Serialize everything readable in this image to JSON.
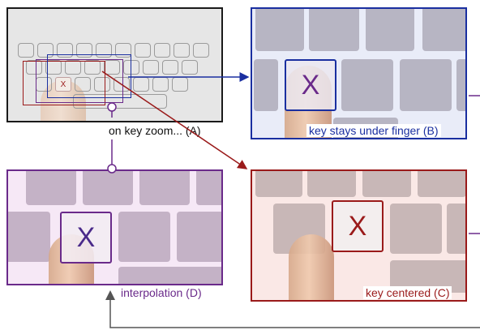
{
  "panels": {
    "a": {
      "label": "on key zoom... (A)",
      "key_letter": "X"
    },
    "b": {
      "label": "key stays under finger (B)",
      "key_letter": "X"
    },
    "c": {
      "label": "key centered (C)",
      "key_letter": "X"
    },
    "d": {
      "label": "interpolation (D)",
      "key_letter": "X"
    }
  },
  "colors": {
    "a_frame": "#1a1a1a",
    "b_blue": "#1a2fa0",
    "c_red": "#9a1a1a",
    "d_purple": "#6a2a8a",
    "gray_arrow": "#555555"
  }
}
